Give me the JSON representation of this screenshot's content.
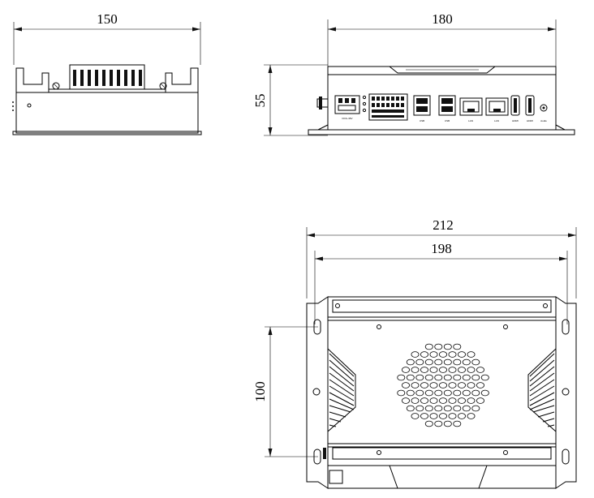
{
  "dimensions": {
    "side_width": "150",
    "front_width": "180",
    "front_height": "55",
    "top_outer_width": "212",
    "top_inner_width": "198",
    "top_mount_spacing": "100"
  },
  "port_labels": {
    "power": "DC9~36V",
    "usb1": "USB",
    "usb2": "USB",
    "lan1": "LAN",
    "lan2": "LAN",
    "hdmi1": "HDMI",
    "hdmi2": "HDMI",
    "audio": "Audio"
  }
}
